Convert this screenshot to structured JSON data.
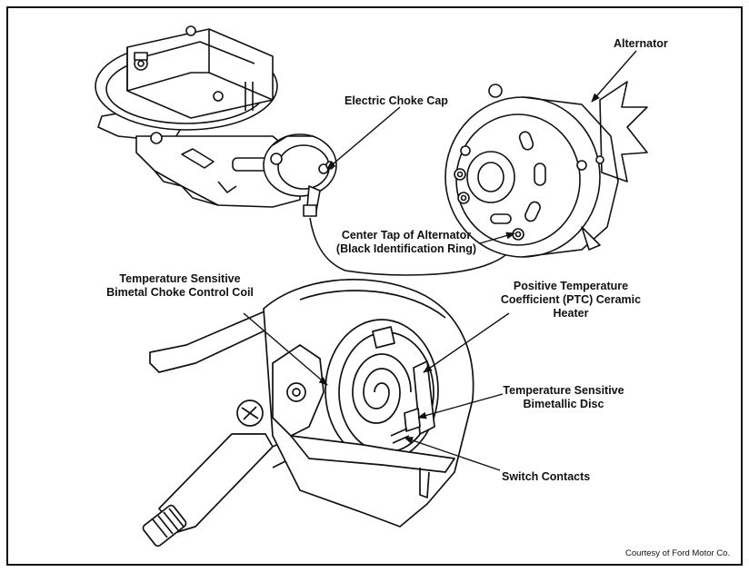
{
  "labels": {
    "alternator": "Alternator",
    "electric_choke_cap": "Electric Choke Cap",
    "center_tap_line1": "Center Tap of Alternator",
    "center_tap_line2": "(Black Identification Ring)",
    "bimetal_coil_line1": "Temperature Sensitive",
    "bimetal_coil_line2": "Bimetal Choke Control Coil",
    "ptc_heater_line1": "Positive Temperature",
    "ptc_heater_line2": "Coefficient (PTC) Ceramic",
    "ptc_heater_line3": "Heater",
    "bimetallic_disc_line1": "Temperature Sensitive",
    "bimetallic_disc_line2": "Bimetallic Disc",
    "switch_contacts": "Switch Contacts"
  },
  "credit": "Courtesy of Ford Motor Co.",
  "colors": {
    "ink": "#111111",
    "background": "#ffffff"
  }
}
